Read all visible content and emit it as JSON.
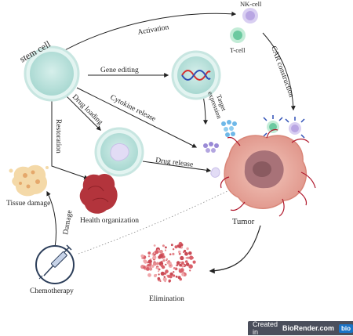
{
  "labels": {
    "stem_cell": "stem cell",
    "nk_cell": "NK-cell",
    "t_cell": "T-cell",
    "activation": "Activation",
    "gene_editing": "Gene editing",
    "car_construction": "CAR construction",
    "drug_loading": "Drug loading",
    "cytokine_release": "Cytokine release",
    "target_expression_1": "Target",
    "target_expression_2": "expression",
    "restoration": "Restoration",
    "drug_release": "Drug release",
    "tissue_damage": "Tissue damage",
    "health_organization": "Health organization",
    "damage": "Damage",
    "tumor": "Tumor",
    "chemotherapy": "Chemotherapy",
    "elimination": "Elimination"
  },
  "badge": {
    "created_in": "Created in",
    "brand": "BioRender.com",
    "logo": "bio"
  },
  "colors": {
    "stem_cell_fill": "#bfe4e0",
    "stem_cell_outline": "#cfece8",
    "nk_cell": "#b9a6e3",
    "t_cell": "#6cc9a0",
    "tumor_core": "#9e6f73",
    "tumor_body": "#eab3a9",
    "vessel": "#b0192d",
    "organ": "#b3343c",
    "dna_red": "#d62f2f",
    "dna_blue": "#2f4fb5",
    "cytokine": "#9a8ad6",
    "antigen": "#6fb8e8",
    "elimination": "#d9616a"
  }
}
